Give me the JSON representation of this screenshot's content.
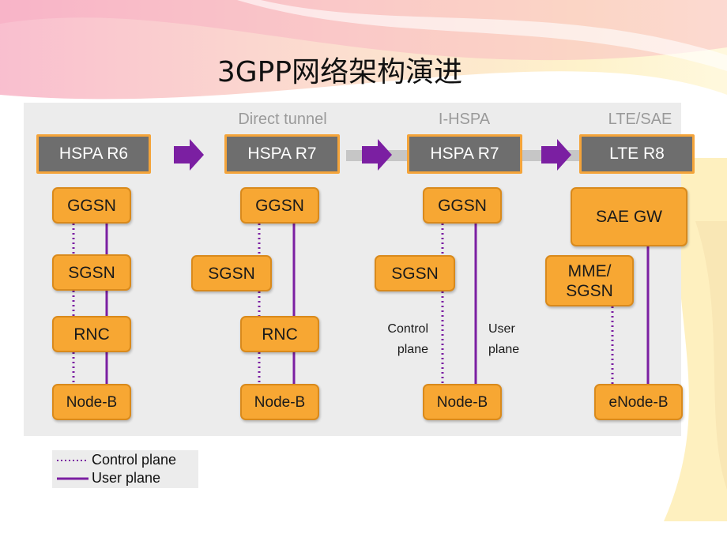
{
  "title": "3GPP网络架构演进",
  "columns": [
    {
      "label": "",
      "header": "HSPA R6",
      "nodes": [
        "GGSN",
        "SGSN",
        "RNC",
        "Node-B"
      ]
    },
    {
      "label": "Direct tunnel",
      "header": "HSPA R7",
      "nodes": [
        "GGSN",
        "SGSN",
        "RNC",
        "Node-B"
      ]
    },
    {
      "label": "I-HSPA",
      "header": "HSPA R7",
      "nodes": [
        "GGSN",
        "SGSN",
        "Node-B"
      ],
      "control_plane_label": "Control plane",
      "user_plane_label": "User plane"
    },
    {
      "label": "LTE/SAE",
      "header": "LTE R8",
      "nodes": [
        "SAE GW",
        "MME/ SGSN",
        "eNode-B"
      ]
    }
  ],
  "legend": {
    "control_plane": "Control plane",
    "user_plane": "User plane"
  },
  "colors": {
    "node_fill": "#f7a733",
    "header_fill": "#6e6e6e",
    "header_border": "#f4a43a",
    "arrow": "#7b1fa2",
    "line": "#7b1fa2",
    "panel": "#ececec"
  }
}
